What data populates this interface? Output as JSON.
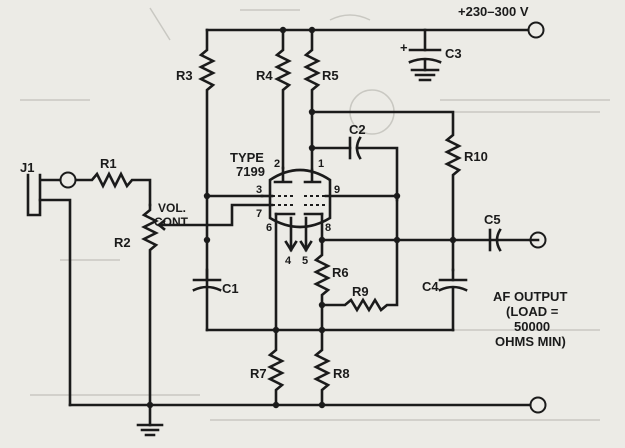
{
  "supply_label": "+230–300 V",
  "tube": {
    "type_label": "TYPE",
    "model": "7199"
  },
  "pins": [
    "1",
    "2",
    "3",
    "4",
    "5",
    "6",
    "7",
    "8",
    "9"
  ],
  "components": {
    "jack": "J1",
    "r1": "R1",
    "r2": "R2",
    "r3": "R3",
    "r4": "R4",
    "r5": "R5",
    "r6": "R6",
    "r7": "R7",
    "r8": "R8",
    "r9": "R9",
    "r10": "R10",
    "c1": "C1",
    "c2": "C2",
    "c3": "C3",
    "c4": "C4",
    "c5": "C5"
  },
  "vol_control": [
    "VOL.",
    "CONT."
  ],
  "output_note": [
    "AF OUTPUT",
    "(LOAD =",
    "50000",
    "OHMS MIN)"
  ],
  "c3_plus": "+"
}
